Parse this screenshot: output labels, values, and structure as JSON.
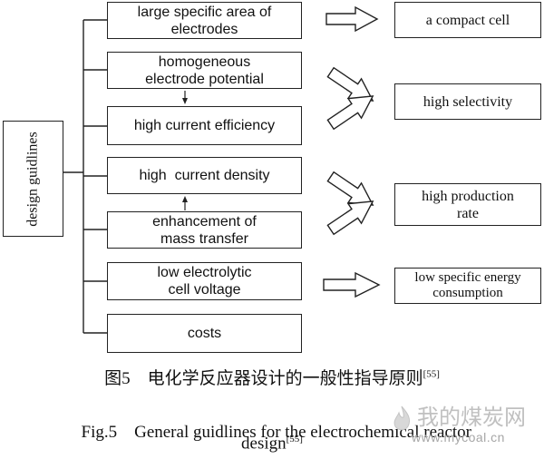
{
  "root": {
    "label": "design guidlines"
  },
  "guidelines": [
    "large specific area of electrodes",
    "homogeneous electrode potential",
    "high current efficiency",
    "high  current density",
    "enhancement of mass transfer",
    "low electrolytic cell voltage",
    "costs"
  ],
  "outcomes": [
    "a compact cell",
    "high selectivity",
    "high production rate",
    "low specific energy consumption"
  ],
  "caption": {
    "zh": "图5　电化学反应器设计的一般性指导原则",
    "zh_ref": "[55]",
    "en_line1": "Fig.5    General guidlines for the electrochemical reactor",
    "en_line2": "design",
    "en_ref": "[55]"
  },
  "watermark": {
    "title": "我的煤炭网",
    "url": "www.mycoal.cn"
  },
  "colors": {
    "line": "#222222",
    "text": "#111111",
    "watermark": "#b8b8b8"
  }
}
